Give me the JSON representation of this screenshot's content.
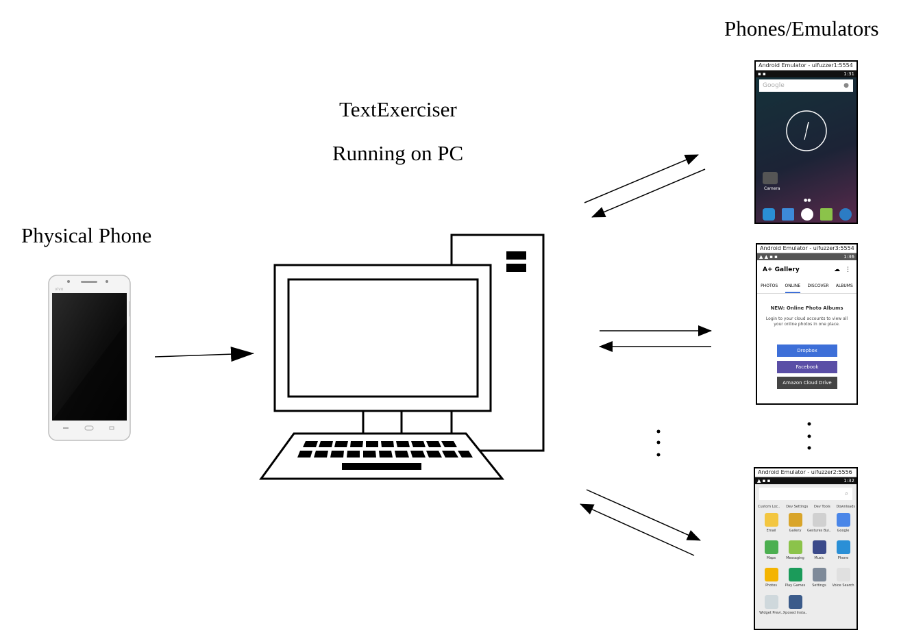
{
  "labels": {
    "phones_emulators": "Phones/Emulators",
    "text_exerciser": "TextExerciser",
    "running_on_pc": "Running on PC",
    "physical_phone": "Physical Phone"
  },
  "physical_phone": {
    "brand": "vivo"
  },
  "emulator_1": {
    "title": "Android Emulator - uifuzzer1:5554",
    "time": "1:31",
    "search_text": "Google",
    "camera_label": "Camera"
  },
  "emulator_2": {
    "title": "Android Emulator - uifuzzer3:5554",
    "time": "1:36",
    "app_title": "A+ Gallery",
    "tabs": [
      "PHOTOS",
      "ONLINE",
      "DISCOVER",
      "ALBUMS"
    ],
    "headline": "NEW: Online Photo Albums",
    "body": "Login to your cloud accounts to view all your online photos in one place.",
    "buttons": [
      "Dropbox",
      "Facebook",
      "Amazon Cloud Drive"
    ]
  },
  "emulator_3": {
    "title": "Android Emulator - uifuzzer2:5556",
    "time": "1:32",
    "top_row": [
      "Custom Loc..",
      "Dev Settings",
      "Dev Tools",
      "Downloads"
    ],
    "apps": [
      "Email",
      "Gallery",
      "Gestures Bui..",
      "Google",
      "Maps",
      "Messaging",
      "Music",
      "Phone",
      "Photos",
      "Play Games",
      "Settings",
      "Voice Search",
      "Widget Previ..",
      "Xposed Insta.."
    ]
  },
  "colors": {
    "dropbox": "#3d6fd8",
    "facebook": "#5a4ea6",
    "amazon": "#444444",
    "emulator1_bg": "#1d2c3a"
  }
}
